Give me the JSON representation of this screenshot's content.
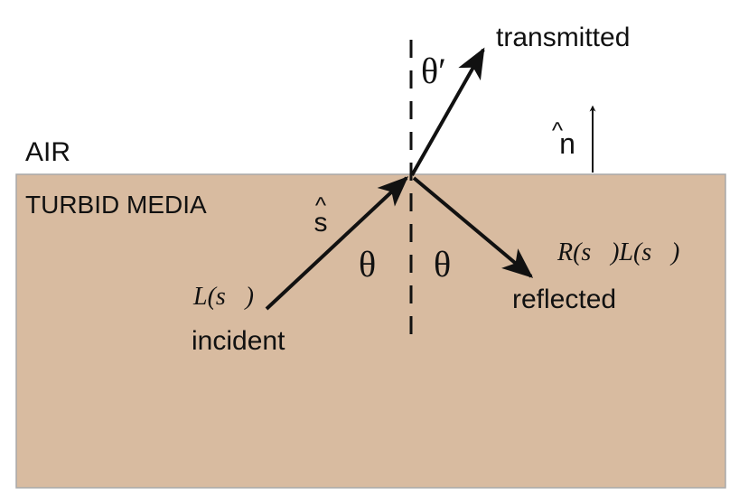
{
  "regions": {
    "air_label": "AIR",
    "media_label": "TURBID MEDIA"
  },
  "rays": {
    "transmitted_label": "transmitted",
    "reflected_label": "reflected",
    "incident_label": "incident"
  },
  "symbols": {
    "normal": "n",
    "direction": "s",
    "hat": "^",
    "angle_transmitted": "θ′",
    "angle_incident": "θ",
    "angle_reflected": "θ"
  },
  "formulas": {
    "incident_radiance": "L(s⃗)",
    "reflected_radiance": "R(s⃗)L(s⃗)"
  },
  "colors": {
    "media_fill": "#d8bba0",
    "media_border": "#a8a8a8",
    "ink": "#111111"
  }
}
